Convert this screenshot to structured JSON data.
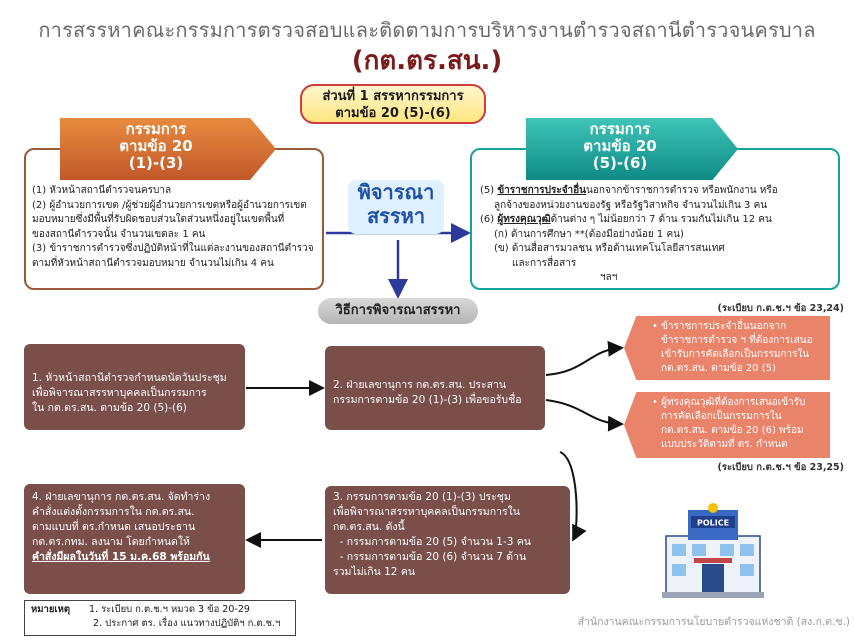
{
  "header": {
    "title": "การสรรหาคณะกรรมการตรวจสอบและติดตามการบริหารงานตำรวจสถานีตำรวจนครบาล",
    "abbr": "(กต.ตร.สน.)"
  },
  "section": {
    "line1": "ส่วนที่ 1 สรรหากรรมการ",
    "line2": "ตามข้อ 20 (5)-(6)"
  },
  "left_panel": {
    "head1": "กรรมการ",
    "head2": "ตามข้อ 20",
    "head3": "(1)-(3)",
    "items": [
      "(1) หัวหน้าสถานีตำรวจนครบาล",
      "(2) ผู้อำนวยการเขต /ผู้ช่วยผู้อำนวยการเขตหรือผู้อำนวยการเขต",
      "มอบหมายซึ่งมีพื้นที่รับผิดชอบส่วนใดส่วนหนึ่งอยู่ในเขตพื้นที่",
      "ของสถานีตำรวจนั้น จำนวนเขตละ 1 คน",
      "(3) ข้าราชการตำรวจซึ่งปฏิบัติหน้าที่ในแต่ละงานของสถานีตำรวจ",
      "ตามที่หัวหน้าสถานีตำรวจมอบหมาย จำนวนไม่เกิน 4 คน"
    ]
  },
  "right_panel": {
    "head1": "กรรมการ",
    "head2": "ตามข้อ 20",
    "head3": "(5)-(6)",
    "item5_prefix": "(5) ",
    "item5_bold": "ข้าราชการประจำอื่น",
    "item5_rest": "นอกจากข้าราชการตำรวจ หรือพนักงาน หรือ",
    "item5_line2": "ลูกจ้างของหน่วยงานของรัฐ หรือรัฐวิสาหกิจ จำนวนไม่เกิน 3 คน",
    "item6_prefix": "(6) ",
    "item6_bold": "ผู้ทรงคุณวุฒิ",
    "item6_rest": "ด้านต่าง ๆ ไม่น้อยกว่า 7 ด้าน รวมกันไม่เกิน 12 คน",
    "sub_a": "(ก) ด้านการศึกษา **(ต้องมีอย่างน้อย 1 คน)",
    "sub_b": "(ข) ด้านสื่อสารมวลชน หรือด้านเทคโนโลยีสารสนเทศ",
    "sub_b2": "และการสื่อสาร",
    "etc": "ฯลฯ"
  },
  "consider": {
    "line1": "พิจารณา",
    "line2": "สรรหา"
  },
  "method_banner": "วิธีการพิจารณาสรรหา",
  "steps": {
    "step1": [
      "1. หัวหน้าสถานีตำรวจกำหนดนัดวันประชุม",
      "เพื่อพิจารณาสรรหาบุคคลเป็นกรรมการ",
      "ใน กต.ตร.สน. ตามข้อ 20 (5)-(6)"
    ],
    "step2": [
      "2. ฝ่ายเลขานุการ กต.ตร.สน. ประสาน",
      "กรรมการตามข้อ 20 (1)-(3) เพื่อขอรับชื่อ"
    ],
    "step3": [
      "3. กรรมการตามข้อ 20 (1)-(3) ประชุม",
      "เพื่อพิจารณาสรรหาบุคคลเป็นกรรมการใน",
      "กต.ตร.สน. ดังนี้",
      "  - กรรมการตามข้อ 20 (5) จำนวน 1-3 คน",
      "  - กรรมการตามข้อ 20 (6) จำนวน 7 ด้าน",
      "รวมไม่เกิน 12 คน"
    ],
    "step4": [
      "4. ฝ่ายเลขานุการ กต.ตร.สน. จัดทำร่าง",
      "คำสั่งแต่งตั้งกรรมการใน กต.ตร.สน.",
      "ตามแบบที่ ตร.กำหนด เสนอประธาน",
      "กต.ตร.กทม. ลงนาม โดยกำหนดให้"
    ],
    "step4_bold": "คำสั่งมีผลในวันที่ 15 ม.ค.68 พร้อมกัน"
  },
  "side_notes": {
    "reg_top": "(ระเบียบ ก.ต.ช.ฯ ข้อ 23,24)",
    "reg_bottom": "(ระเบียบ ก.ต.ช.ฯ ข้อ 23,25)",
    "note1": [
      "ข้าราชการประจำอื่นนอกจาก",
      "ข้าราชการตำรวจ ฯ ที่ต้องการเสนอ",
      "เข้ารับการคัดเลือกเป็นกรรมการใน",
      "กต.ตร.สน. ตามข้อ 20 (5)"
    ],
    "note2": [
      "ผู้ทรงคุณวุฒิที่ต้องการเสนอเข้ารับ",
      "การคัดเลือกเป็นกรรมการใน",
      "กต.ตร.สน. ตามข้อ 20 (6) พร้อม",
      "แบบประวัติตามที่ ตร. กำหนด"
    ]
  },
  "footnote": {
    "label": "หมายเหตุ",
    "line1": "1. ระเบียบ ก.ต.ช.ฯ หมวด 3 ข้อ 20-29",
    "line2": "2. ประกาศ ตร. เรื่อง แนวทางปฏิบัติฯ ก.ต.ช.ฯ"
  },
  "agency": "สำนักงานคณะกรรมการนโยบายตำรวจแห่งชาติ (สง.ก.ต.ช.)",
  "police_sign": "POLICE",
  "colors": {
    "title_dark": "#7b1c1c",
    "left_accent": "#c0582a",
    "right_accent": "#0f8a86",
    "brown_box": "#7a4f4a",
    "salmon": "#e9836a",
    "arrow_blue": "#2e3a9b"
  }
}
